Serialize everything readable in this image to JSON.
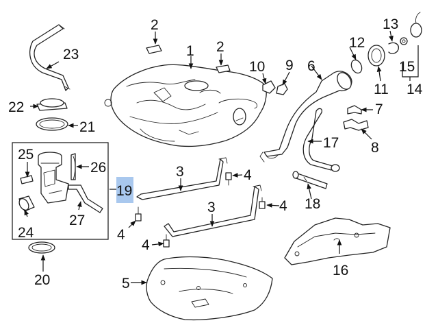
{
  "diagram": {
    "labels": [
      "1",
      "2",
      "2",
      "3",
      "3",
      "4",
      "4",
      "4",
      "4",
      "5",
      "6",
      "7",
      "8",
      "9",
      "10",
      "11",
      "12",
      "13",
      "14",
      "15",
      "16",
      "17",
      "18",
      "19",
      "20",
      "21",
      "22",
      "23",
      "24",
      "25",
      "26",
      "27"
    ],
    "highlight": {
      "label": "19",
      "color": "#a9c8ee"
    }
  }
}
